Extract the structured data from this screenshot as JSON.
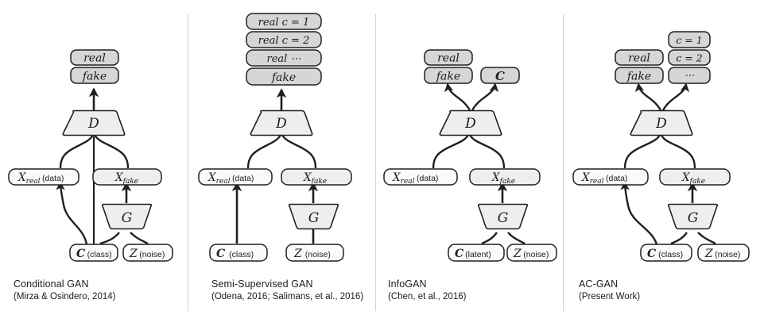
{
  "figure": {
    "type": "diagram",
    "description": "Comparison of GAN architecture variants",
    "colors": {
      "box_fill_dark": "#d6d6d6",
      "box_fill_light": "#eceef0",
      "box_fill_white": "#fbfbfb",
      "stroke": "#231f20",
      "divider": "#d2d2d2",
      "text": "#1b1b1b",
      "background": "#ffffff"
    }
  },
  "panels": [
    {
      "id": "conditional-gan",
      "title": "Conditional GAN",
      "subtitle": "(Mirza & Osindero, 2014)",
      "outputs": [
        "real",
        "fake"
      ],
      "nodes": {
        "discriminator": "D",
        "generator": "G",
        "x_real": "X_real",
        "x_real_note": "(data)",
        "x_fake": "X_fake",
        "x_fake_note": "",
        "c": "C",
        "c_note": "(class)",
        "z": "Z",
        "z_note": "(noise)"
      }
    },
    {
      "id": "semi-supervised-gan",
      "title": "Semi-Supervised GAN",
      "subtitle": "(Odena, 2016;  Salimans, et al., 2016)",
      "outputs": [
        "real  c = 1",
        "real  c = 2",
        "real   ⋯",
        "fake"
      ],
      "nodes": {
        "discriminator": "D",
        "generator": "G",
        "x_real": "X_real",
        "x_real_note": "(data)",
        "x_fake": "X_fake",
        "x_fake_note": "",
        "c": "C",
        "c_note": "(class)",
        "z": "Z",
        "z_note": "(noise)"
      }
    },
    {
      "id": "infogan",
      "title": "InfoGAN",
      "subtitle": "(Chen, et al., 2016)",
      "outputs": [
        "real",
        "fake"
      ],
      "outputs_right": [
        "C"
      ],
      "nodes": {
        "discriminator": "D",
        "generator": "G",
        "x_real": "X_real",
        "x_real_note": "(data)",
        "x_fake": "X_fake",
        "x_fake_note": "",
        "c": "C",
        "c_note": "(latent)",
        "z": "Z",
        "z_note": "(noise)"
      }
    },
    {
      "id": "ac-gan",
      "title": "AC-GAN",
      "subtitle": "(Present Work)",
      "outputs": [
        "real",
        "fake"
      ],
      "outputs_right": [
        "c = 1",
        "c = 2",
        "⋯"
      ],
      "nodes": {
        "discriminator": "D",
        "generator": "G",
        "x_real": "X_real",
        "x_real_note": "(data)",
        "x_fake": "X_fake",
        "x_fake_note": "",
        "c": "C",
        "c_note": "(class)",
        "z": "Z",
        "z_note": "(noise)"
      }
    }
  ],
  "labels": {
    "x_sub_real": "real",
    "x_sub_fake": "fake",
    "x_letter": "X"
  }
}
